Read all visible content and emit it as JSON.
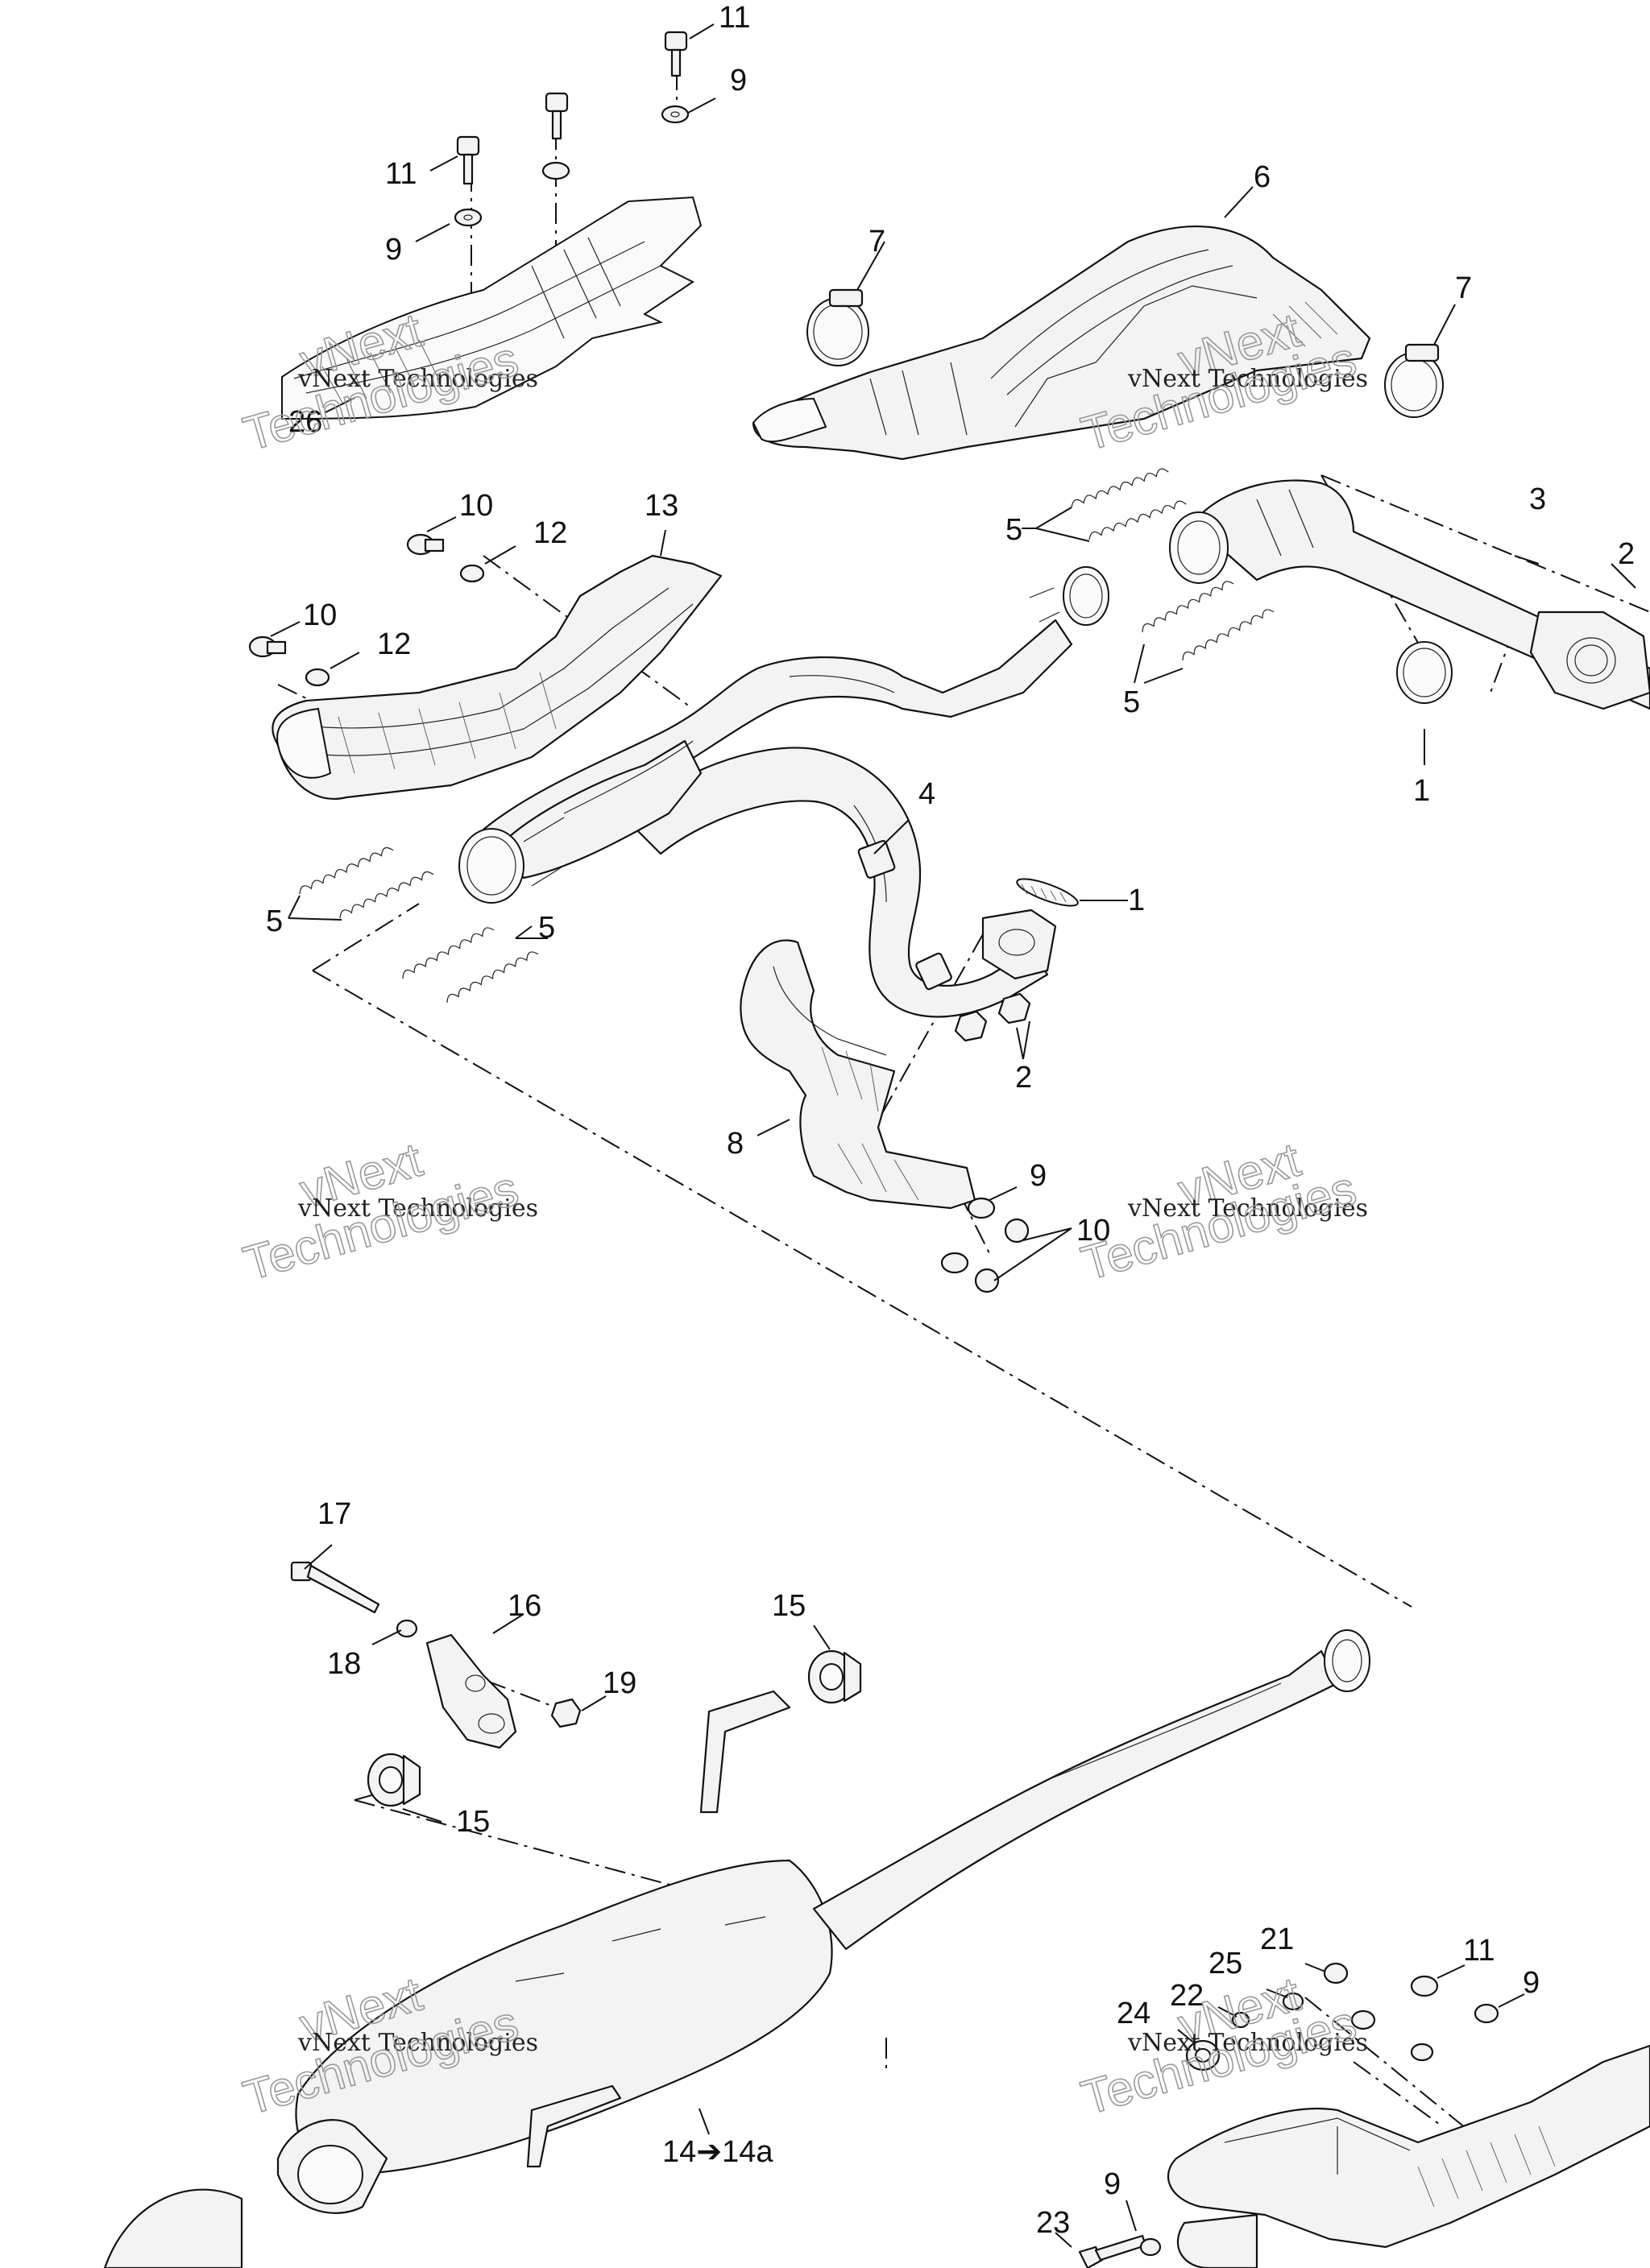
{
  "callouts": {
    "c11_top": "11",
    "c9_top": "9",
    "c11_left": "11",
    "c9_left": "9",
    "c26": "26",
    "c7_left": "7",
    "c6": "6",
    "c7_right": "7",
    "c10_a": "10",
    "c12_a": "12",
    "c13": "13",
    "c10_b": "10",
    "c12_b": "12",
    "c5_upper": "5",
    "c3": "3",
    "c2_right": "2",
    "c5_mid": "5",
    "c1_right": "1",
    "c4": "4",
    "c1_mid": "1",
    "c5_left_a": "5",
    "c5_left_b": "5",
    "c2_mid": "2",
    "c8": "8",
    "c9_mid": "9",
    "c10_mid": "10",
    "c17": "17",
    "c16": "16",
    "c18": "18",
    "c19": "19",
    "c15_top": "15",
    "c15_left": "15",
    "c14": "14➔14a",
    "c21": "21",
    "c25": "25",
    "c22": "22",
    "c24": "24",
    "c11_low": "11",
    "c9_low": "9",
    "c23": "23",
    "c9_bottom": "9"
  },
  "watermarks": {
    "line1": "vNext Technologies",
    "line2": "vNext",
    "line3": "Technologies"
  },
  "colors": {
    "ink": "#111111",
    "paper": "#ffffff",
    "watermark": "#9a9a9a"
  }
}
